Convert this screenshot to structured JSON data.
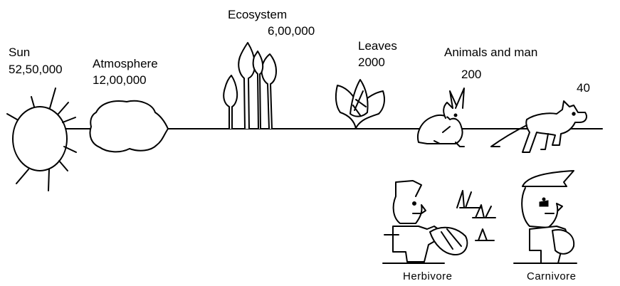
{
  "stages": {
    "sun": {
      "name": "Sun",
      "value": "52,50,000"
    },
    "atmosphere": {
      "name": "Atmosphere",
      "value": "12,00,000"
    },
    "ecosystem": {
      "name": "Ecosystem",
      "value": "6,00,000"
    },
    "leaves": {
      "name": "Leaves",
      "value": "2000"
    },
    "animals": {
      "name": "Animals and man",
      "herbivore_value": "200",
      "carnivore_value": "40"
    }
  },
  "people": {
    "herbivore_label": "Herbivore",
    "carnivore_label": "Carnivore"
  }
}
